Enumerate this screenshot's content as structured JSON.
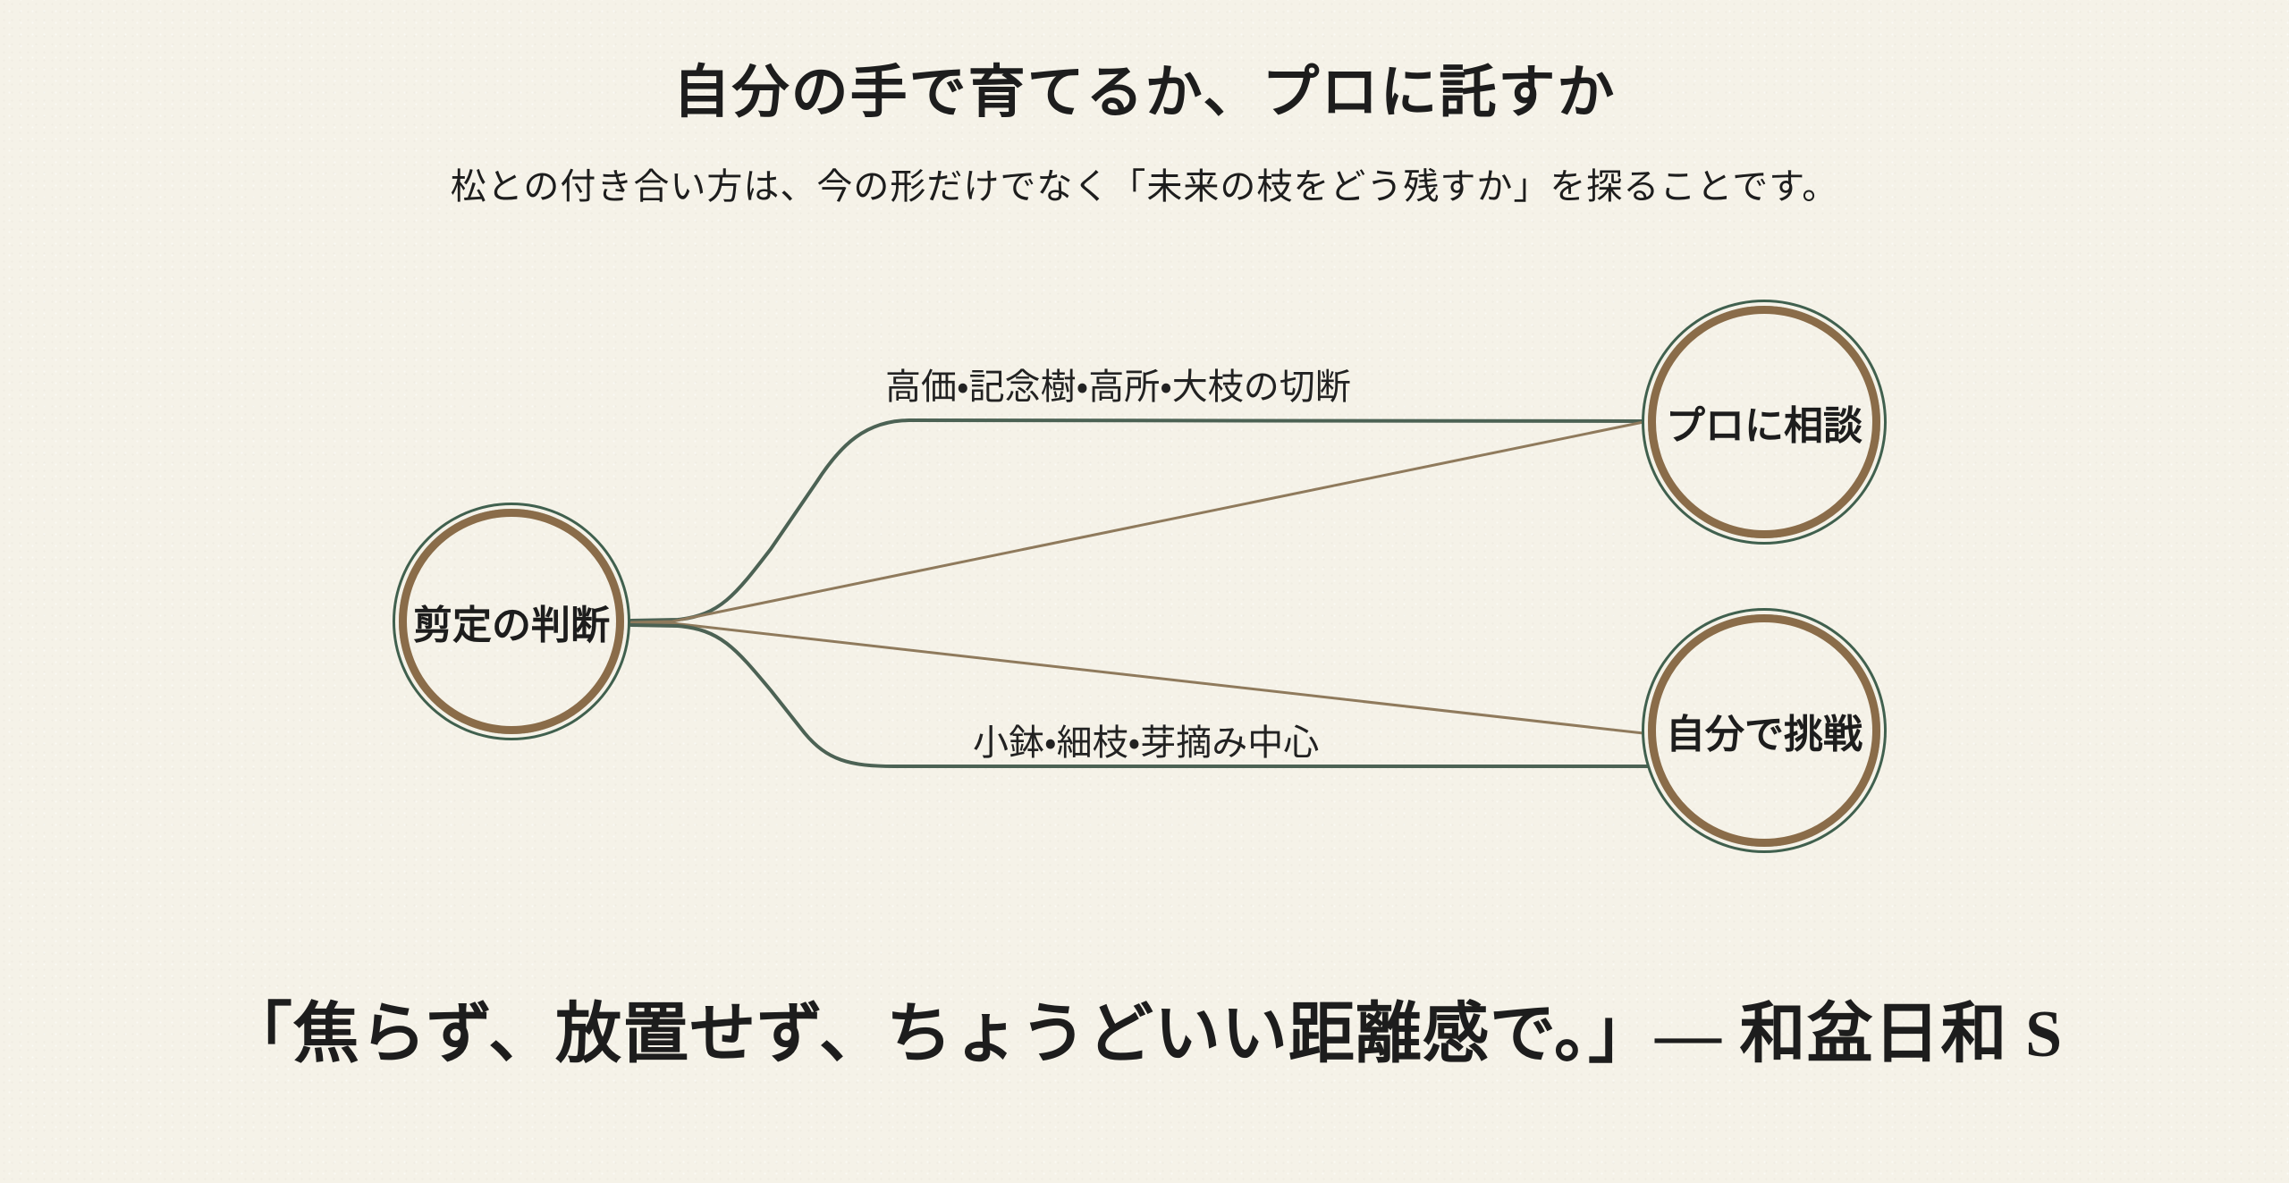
{
  "page": {
    "background_color": "#f5f2e8",
    "text_color": "#1d1d1d"
  },
  "header": {
    "title": "自分の手で育てるか、プロに託すか",
    "subtitle": "松との付き合い方は、今の形だけでなく「未来の枝をどう残すか」を探ることです。"
  },
  "diagram": {
    "type": "concept-map",
    "nodes": [
      {
        "id": "decision",
        "label": "剪定の判断"
      },
      {
        "id": "consult-pro",
        "label": "プロに相談"
      },
      {
        "id": "try-yourself",
        "label": "自分で挑戦"
      }
    ],
    "edges": [
      {
        "from": "剪定の判断",
        "to": "プロに相談",
        "label": "高価・記念樹・高所・大枝の切断"
      },
      {
        "from": "剪定の判断",
        "to": "自分で挑戦",
        "label": "小鉢・細枝・芽摘み中心"
      }
    ],
    "colors": {
      "ring_brown": "#8a6c49",
      "ring_green": "#40604e",
      "edge_green": "#4c6254",
      "edge_brown": "#8f7a5c"
    }
  },
  "footer": {
    "quote": "「焦らず、放置せず、ちょうどいい距離感で。」― 和盆日和 S"
  }
}
